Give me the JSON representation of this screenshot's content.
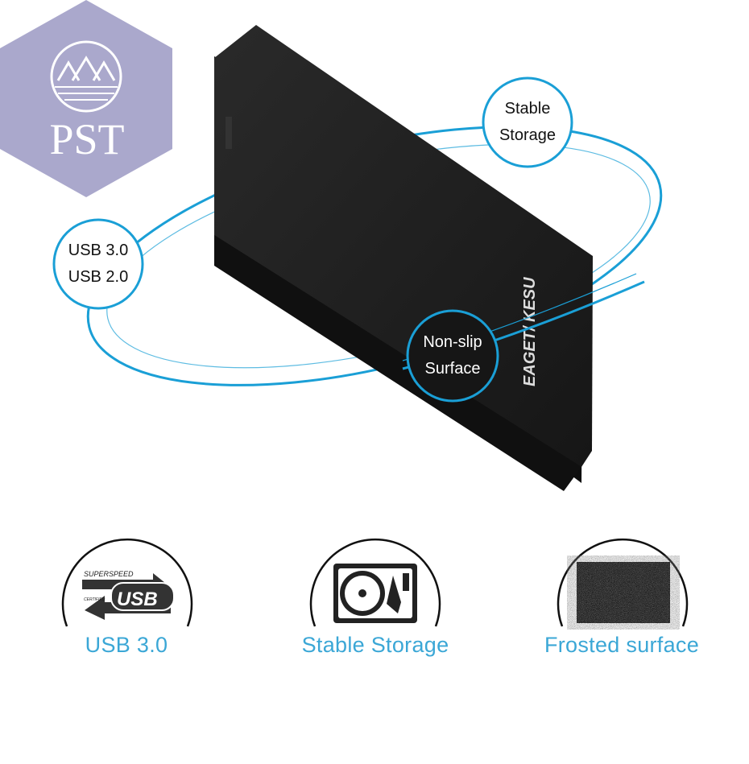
{
  "badge": {
    "text": "PST"
  },
  "brand": {
    "text": "EAGET/ KESU"
  },
  "callouts": {
    "stable": [
      "Stable",
      "Storage"
    ],
    "usb": [
      "USB 3.0",
      "USB 2.0"
    ],
    "nonslip": [
      "Non-slip",
      "Surface"
    ]
  },
  "usb_logo": {
    "top": "SUPERSPEED",
    "small": "CERTIFIED",
    "main": "USB"
  },
  "features": [
    {
      "label": "USB 3.0",
      "icon": "usb-superspeed-icon"
    },
    {
      "label": "Stable Storage",
      "icon": "hard-disk-icon"
    },
    {
      "label": "Frosted surface",
      "icon": "frosted-texture-icon"
    }
  ],
  "colors": {
    "accent": "#1a9fd6",
    "label": "#3ba7d6",
    "badge": "#aaa8cc",
    "drive": "#1b1b1b"
  }
}
